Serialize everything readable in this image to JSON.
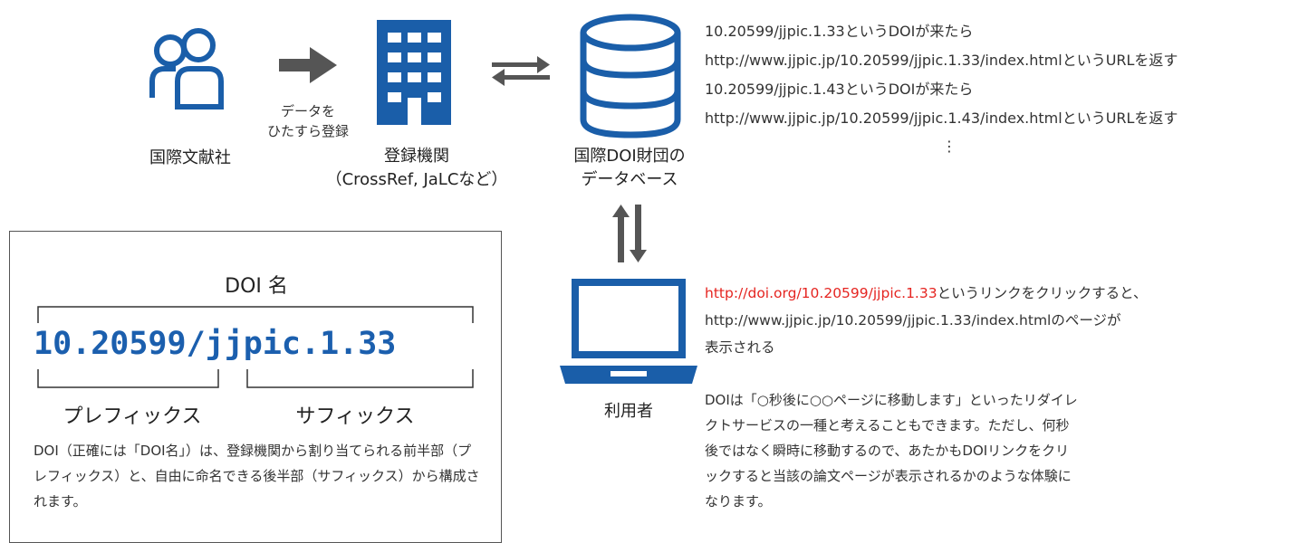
{
  "icons": {
    "people": "people-icon",
    "building": "building-icon",
    "database": "database-icon",
    "laptop": "laptop-icon",
    "arrow_right": "arrow-right-icon",
    "arrows_exchange_h": "exchange-horizontal-icon",
    "arrows_exchange_v": "exchange-vertical-icon"
  },
  "colors": {
    "icon_blue": "#1a5ea9",
    "arrow_gray": "#555555",
    "link_red": "#e52521"
  },
  "nodes": {
    "publisher": "国際文献社",
    "registrar_line1": "登録機関",
    "registrar_line2": "（CrossRef, JaLCなど）",
    "database_line1": "国際DOI財団の",
    "database_line2": "データベース",
    "user": "利用者"
  },
  "flow_label": {
    "line1": "データを",
    "line2": "ひたすら登録"
  },
  "db_lines": [
    "10.20599/jjpic.1.33というDOIが来たら",
    "http://www.jjpic.jp/10.20599/jjpic.1.33/index.htmlというURLを返す",
    "10.20599/jjpic.1.43というDOIが来たら",
    "http://www.jjpic.jp/10.20599/jjpic.1.43/index.htmlというURLを返す",
    "⋮"
  ],
  "user_flow": {
    "link": "http://doi.org/10.20599/jjpic.1.33",
    "after_link": "というリンクをクリックすると、",
    "line2": "http://www.jjpic.jp/10.20599/jjpic.1.33/index.htmlのページが",
    "line3": "表示される"
  },
  "redirect_note": "DOIは「○秒後に○○ページに移動します」といったリダイレクトサービスの一種と考えることもできます。ただし、何秒後ではなく瞬時に移動するので、あたかもDOIリンクをクリックすると当該の論文ページが表示されるかのような体験になります。",
  "doi_box": {
    "title": "DOI 名",
    "doi": "10.20599/jjpic.1.33",
    "prefix_label": "プレフィックス",
    "suffix_label": "サフィックス",
    "description": "DOI（正確には「DOI名」）は、登録機関から割り当てられる前半部（プレフィックス）と、自由に命名できる後半部（サフィックス）から構成されます。"
  }
}
